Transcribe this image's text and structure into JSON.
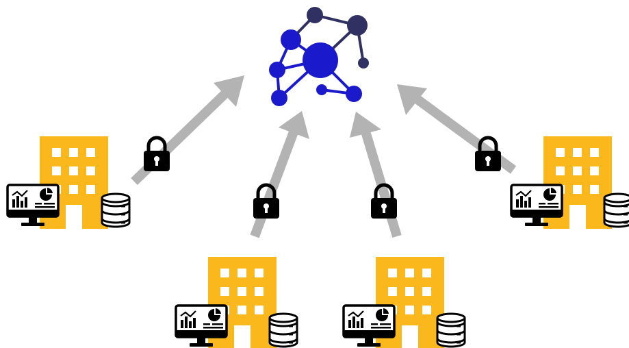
{
  "diagram": {
    "colors": {
      "background": "#ffffff",
      "arrow": "#b3b3b3",
      "building": "#fbb81c",
      "building_window": "#ffffff",
      "lock": "#000000",
      "hub_primary": "#1a1acc",
      "hub_secondary": "#303062",
      "monitor": "#000000",
      "database": "#000000"
    },
    "central_node": {
      "icon": "network-graph-icon"
    },
    "sites": [
      {
        "id": "site-left",
        "icons": [
          "building-icon",
          "dashboard-monitor-icon",
          "database-icon"
        ],
        "secured": true
      },
      {
        "id": "site-bottom-left",
        "icons": [
          "building-icon",
          "dashboard-monitor-icon",
          "database-icon"
        ],
        "secured": true
      },
      {
        "id": "site-bottom-right",
        "icons": [
          "building-icon",
          "dashboard-monitor-icon",
          "database-icon"
        ],
        "secured": true
      },
      {
        "id": "site-right",
        "icons": [
          "building-icon",
          "dashboard-monitor-icon",
          "database-icon"
        ],
        "secured": true
      }
    ],
    "connections": [
      {
        "from": "site-left",
        "to": "central_node",
        "icon": "padlock-icon"
      },
      {
        "from": "site-bottom-left",
        "to": "central_node",
        "icon": "padlock-icon"
      },
      {
        "from": "site-bottom-right",
        "to": "central_node",
        "icon": "padlock-icon"
      },
      {
        "from": "site-right",
        "to": "central_node",
        "icon": "padlock-icon"
      }
    ]
  }
}
